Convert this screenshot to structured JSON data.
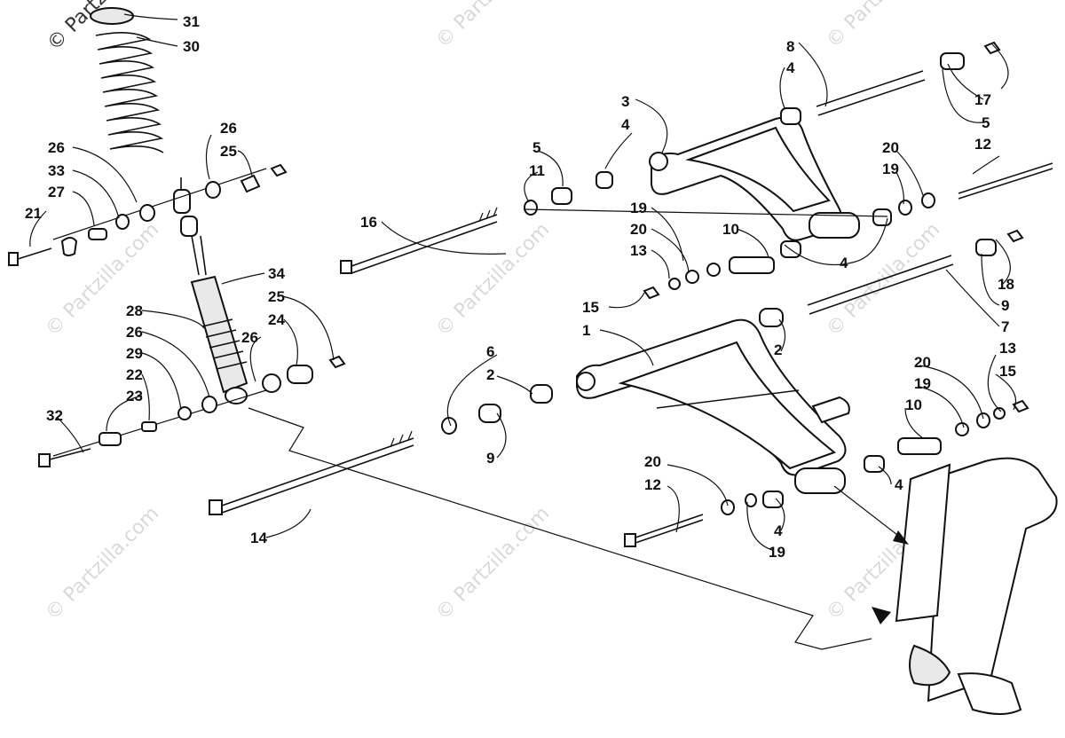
{
  "diagram": {
    "watermark": "© Partzilla.com",
    "corner_watermark": "© Partz",
    "labels": {
      "l1": "1",
      "l2a": "2",
      "l2b": "2",
      "l3": "3",
      "l4a": "4",
      "l4b": "4",
      "l4c": "4",
      "l4d": "4",
      "l4e": "4",
      "l5a": "5",
      "l5b": "5",
      "l6": "6",
      "l7": "7",
      "l8": "8",
      "l9a": "9",
      "l9b": "9",
      "l10a": "10",
      "l10b": "10",
      "l11": "11",
      "l12a": "12",
      "l12b": "12",
      "l13a": "13",
      "l13b": "13",
      "l14": "14",
      "l15a": "15",
      "l15b": "15",
      "l16": "16",
      "l17": "17",
      "l18": "18",
      "l19a": "19",
      "l19b": "19",
      "l19c": "19",
      "l19d": "19",
      "l20a": "20",
      "l20b": "20",
      "l20c": "20",
      "l20d": "20",
      "l21": "21",
      "l22": "22",
      "l23": "23",
      "l24": "24",
      "l25a": "25",
      "l25b": "25",
      "l26a": "26",
      "l26b": "26",
      "l26c": "26",
      "l26d": "26",
      "l27": "27",
      "l28": "28",
      "l29": "29",
      "l30": "30",
      "l31": "31",
      "l32": "32",
      "l33": "33",
      "l34": "34"
    }
  }
}
